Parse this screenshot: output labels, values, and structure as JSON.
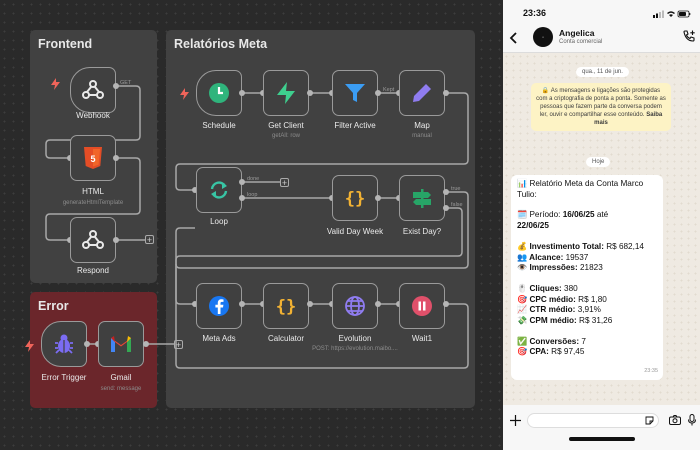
{
  "workflow": {
    "groups": {
      "frontend": {
        "title": "Frontend"
      },
      "relatorios": {
        "title": "Relatórios Meta"
      },
      "error": {
        "title": "Error"
      }
    },
    "nodes": {
      "webhook": {
        "label": "Webhook",
        "icon": "webhook-icon"
      },
      "html": {
        "label": "HTML",
        "sub": "generateHtmlTemplate",
        "icon": "html5-icon"
      },
      "respond": {
        "label": "Respond",
        "icon": "webhook-icon"
      },
      "schedule": {
        "label": "Schedule",
        "icon": "clock-icon"
      },
      "get_client": {
        "label": "Get Client",
        "sub": "getAll: row",
        "icon": "supabase-icon"
      },
      "filter_active": {
        "label": "Filter Active",
        "icon": "filter-icon"
      },
      "map": {
        "label": "Map",
        "sub": "manual",
        "icon": "pencil-icon"
      },
      "loop": {
        "label": "Loop",
        "icon": "loop-icon"
      },
      "valid_day_week": {
        "label": "Valid Day Week",
        "icon": "code-icon"
      },
      "exist_day": {
        "label": "Exist Day?",
        "icon": "signpost-icon"
      },
      "meta_ads": {
        "label": "Meta Ads",
        "icon": "facebook-icon"
      },
      "calculator": {
        "label": "Calculator",
        "icon": "code-icon"
      },
      "evolution": {
        "label": "Evolution",
        "sub": "POST: https://evolution.maibo....",
        "icon": "globe-icon"
      },
      "wait1": {
        "label": "Wait1",
        "icon": "pause-icon"
      },
      "error_trigger": {
        "label": "Error Trigger",
        "icon": "bug-icon"
      },
      "gmail": {
        "label": "Gmail",
        "sub": "send: message",
        "icon": "gmail-icon"
      }
    },
    "edge_labels": {
      "get": "GET",
      "kept": "Kept",
      "done": "done",
      "loop": "loop",
      "true": "true",
      "false": "false"
    },
    "colors": {
      "error_group": "#6b262b",
      "panel": "#414141",
      "schedule": "#2fb47c",
      "supabase": "#3ecf8e",
      "filter": "#3b9df4",
      "map": "#8f7cf0",
      "code": "#f2b233",
      "signpost": "#27a567",
      "facebook": "#1877f2",
      "evolution": "#7b68d9",
      "wait": "#e0506a",
      "html5": "#e44d26",
      "bug": "#7b6cf3"
    }
  },
  "phone": {
    "time": "23:36",
    "contact": {
      "name": "Angelica",
      "subtitle": "Conta comercial"
    },
    "date_top": "qua., 11 de jun.",
    "encryption_text": "🔒 As mensagens e ligações são protegidas com a criptografia de ponta a ponta. Somente as pessoas que fazem parte da conversa podem ler, ouvir e compartilhar esse conteúdo.",
    "encryption_link": "Saiba mais",
    "date_today": "Hoje",
    "message": {
      "title_line1": "📊 Relatório Meta da Conta Marco",
      "title_line2": "Tulio:",
      "period_label": "🗓️ Período: ",
      "period_value": "16/06/25",
      "period_mid": " até",
      "period_end": "22/06/25",
      "invest_label": "💰 Investimento Total:",
      "invest_value": " R$ 682,14",
      "reach_label": "👥 Alcance:",
      "reach_value": " 19537",
      "impr_label": "👁️ Impressões:",
      "impr_value": " 21823",
      "clicks_label": "🖱️ Cliques:",
      "clicks_value": " 380",
      "cpc_label": "🎯 CPC médio:",
      "cpc_value": " R$ 1,80",
      "ctr_label": "📈 CTR médio:",
      "ctr_value": " 3,91%",
      "cpm_label": "💸 CPM médio:",
      "cpm_value": " R$ 31,26",
      "conv_label": "✅ Conversões:",
      "conv_value": " 7",
      "cpa_label": "🎯 CPA:",
      "cpa_value": " R$ 97,45",
      "time": "23:35"
    }
  }
}
